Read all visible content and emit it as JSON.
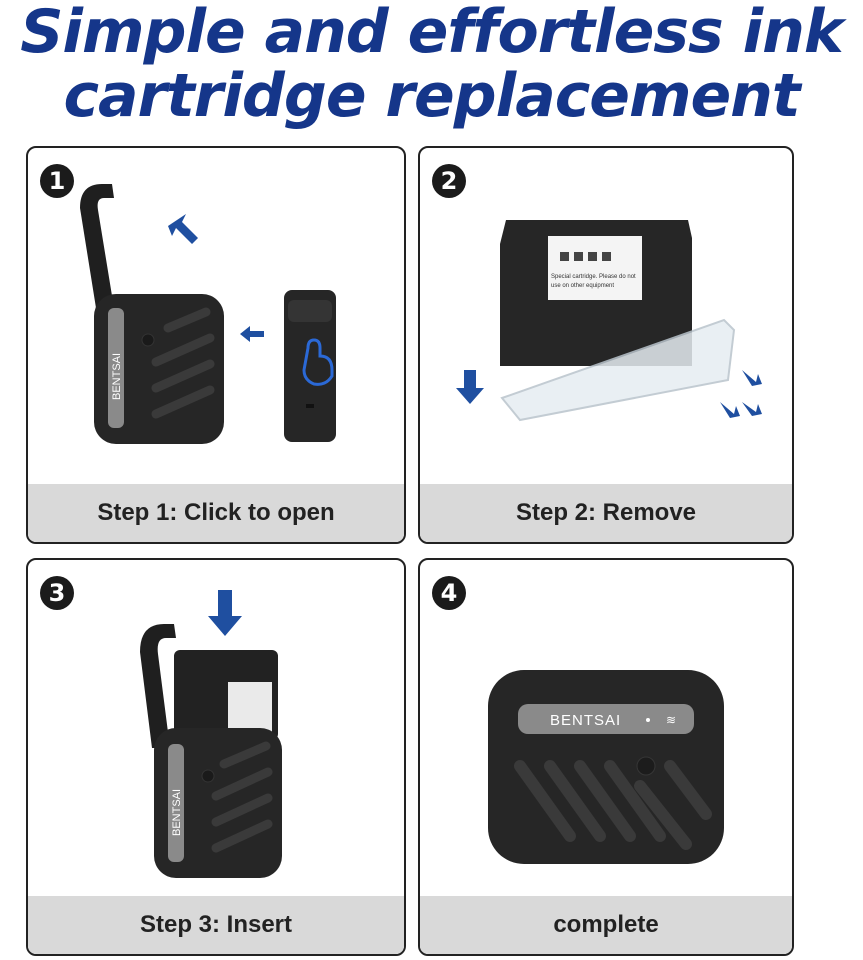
{
  "headline": {
    "line1": "Simple and effortless ink",
    "line2": "cartridge replacement"
  },
  "steps": [
    {
      "number": "1",
      "caption": "Step 1:  Click to open"
    },
    {
      "number": "2",
      "caption": "Step 2:  Remove"
    },
    {
      "number": "3",
      "caption": "Step 3: Insert"
    },
    {
      "number": "4",
      "caption": "complete"
    }
  ],
  "brand": "BENTSAI",
  "cartridge_label": {
    "line1": "Special cartridge. Please do not",
    "line2": "use on other equipment"
  },
  "colors": {
    "headline": "#15368a",
    "arrow": "#1f4fa0",
    "caption_bg": "#d9d9d9",
    "device": "#262626"
  }
}
